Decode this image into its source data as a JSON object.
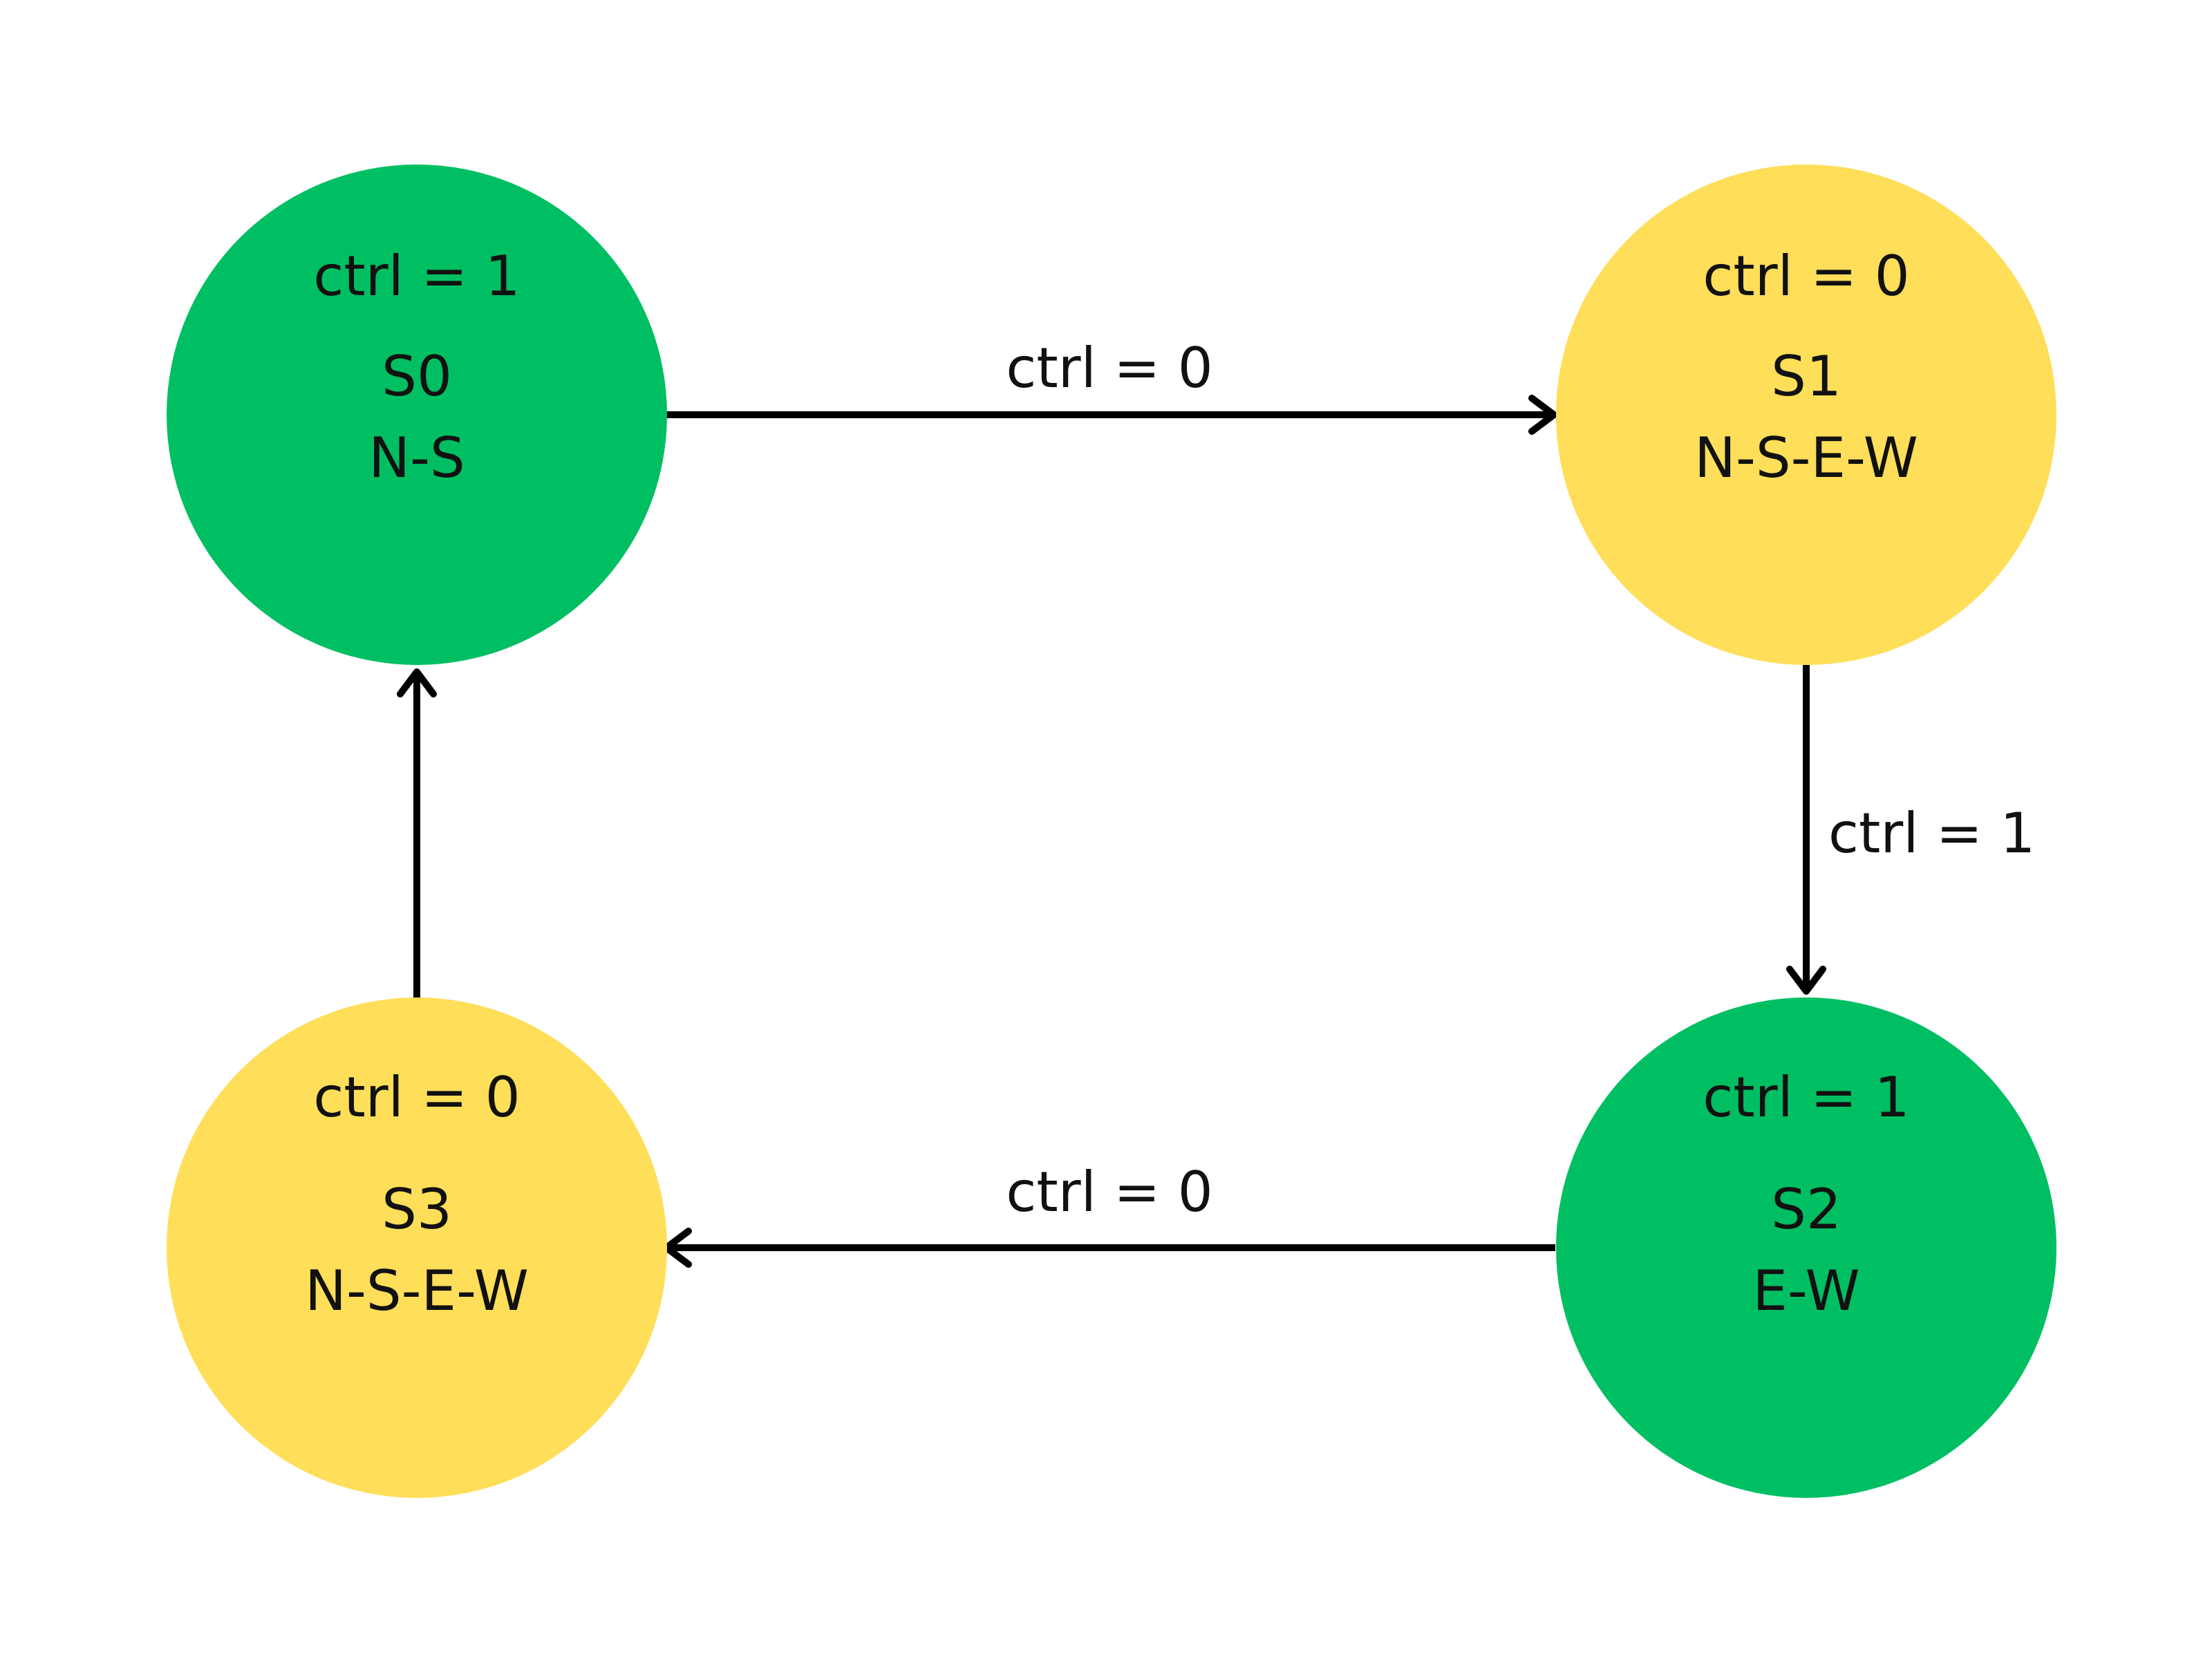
{
  "colors": {
    "active": "#00BF63",
    "transition": "#FFDE59",
    "line": "#000000",
    "text": "#111111"
  },
  "states": {
    "s0": {
      "ctrl": "ctrl = 1",
      "name": "S0",
      "direction": "N-S",
      "color": "#00BF63"
    },
    "s1": {
      "ctrl": "ctrl = 0",
      "name": "S1",
      "direction": "N-S-E-W",
      "color": "#FFDE59"
    },
    "s2": {
      "ctrl": "ctrl = 1",
      "name": "S2",
      "direction": "E-W",
      "color": "#00BF63"
    },
    "s3": {
      "ctrl": "ctrl = 0",
      "name": "S3",
      "direction": "N-S-E-W",
      "color": "#FFDE59"
    }
  },
  "transitions": {
    "s0_s1": {
      "label": "ctrl = 0"
    },
    "s1_s2": {
      "label": "ctrl = 1"
    },
    "s2_s3": {
      "label": "ctrl = 0"
    },
    "s3_s0": {
      "label": ""
    }
  }
}
